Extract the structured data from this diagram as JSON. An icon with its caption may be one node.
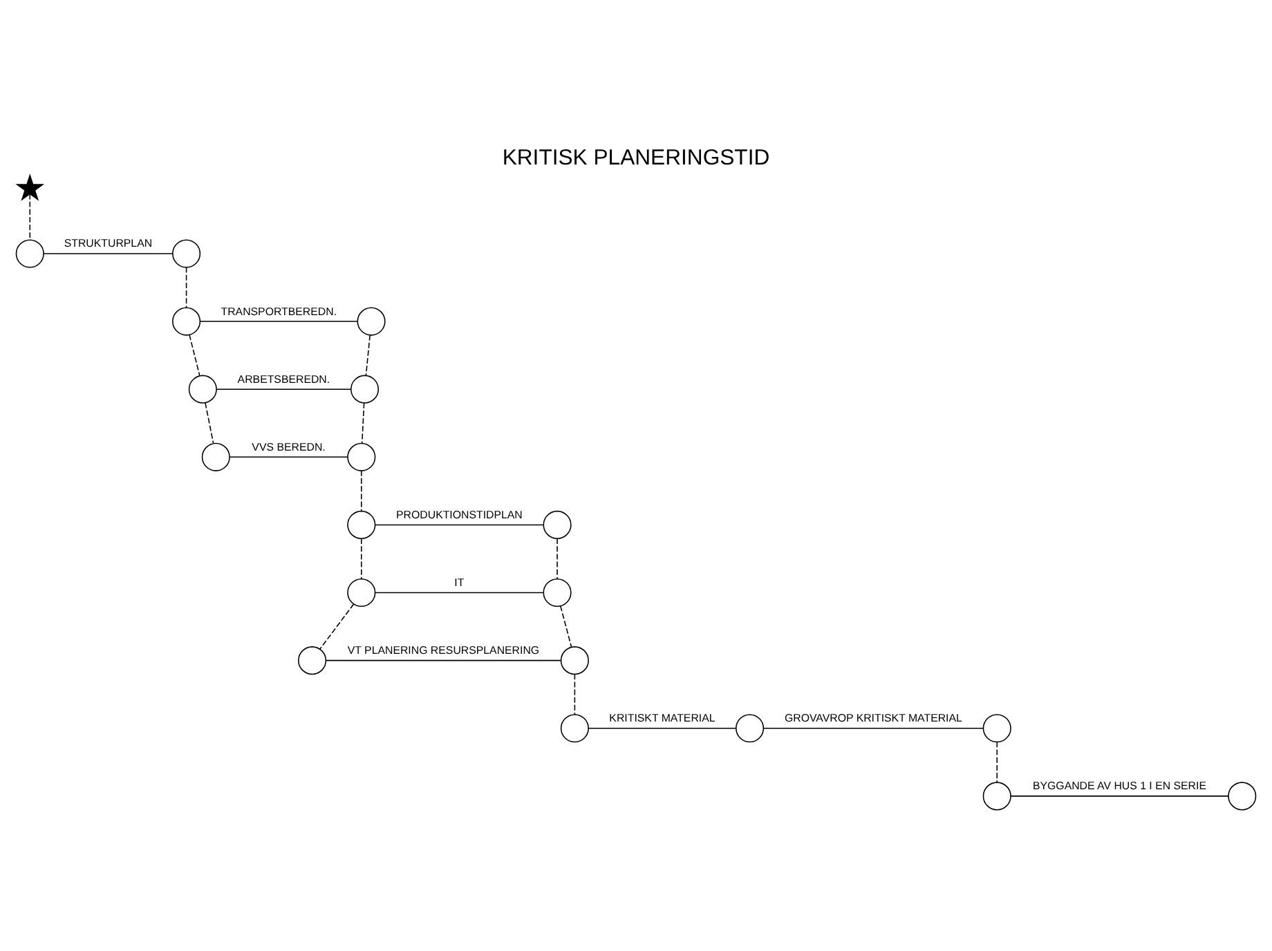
{
  "diagram": {
    "title": "KRITISK PLANERINGSTID",
    "nodes": [
      {
        "text": [],
        "shape": "star"
      },
      {
        "text": [],
        "shape": "circle"
      },
      {
        "text": [],
        "shape": "circle"
      },
      {
        "text": [],
        "shape": "circle"
      },
      {
        "text": [],
        "shape": "circle"
      },
      {
        "text": [],
        "shape": "circle"
      },
      {
        "text": [],
        "shape": "circle"
      },
      {
        "text": [],
        "shape": "circle"
      },
      {
        "text": [],
        "shape": "circle"
      },
      {
        "text": [],
        "shape": "circle"
      },
      {
        "text": [],
        "shape": "circle"
      },
      {
        "text": [],
        "shape": "circle"
      },
      {
        "text": [],
        "shape": "circle"
      },
      {
        "text": [],
        "shape": "circle"
      },
      {
        "text": [],
        "shape": "circle"
      },
      {
        "text": [],
        "shape": "circle"
      },
      {
        "text": [],
        "shape": "circle"
      },
      {
        "text": [],
        "shape": "circle"
      },
      {
        "text": [],
        "shape": "circle"
      },
      {
        "text": [],
        "shape": "circle"
      }
    ],
    "edges": [
      {
        "from": 0,
        "to": 1,
        "arrow": "none",
        "style": "dashed"
      },
      {
        "from": 1,
        "to": 2,
        "arrow": "none",
        "label": "STRUKTURPLAN"
      },
      {
        "from": 2,
        "to": 3,
        "arrow": "none",
        "style": "dashed"
      },
      {
        "from": 3,
        "to": 4,
        "arrow": "none",
        "label": "TRANSPORTBEREDN."
      },
      {
        "from": 3,
        "to": 5,
        "arrow": "none",
        "style": "dashed"
      },
      {
        "from": 4,
        "to": 6,
        "arrow": "none",
        "style": "dashed"
      },
      {
        "from": 5,
        "to": 6,
        "arrow": "none",
        "label": "ARBETSBEREDN."
      },
      {
        "from": 5,
        "to": 7,
        "arrow": "none",
        "style": "dashed"
      },
      {
        "from": 6,
        "to": 8,
        "arrow": "none",
        "style": "dashed"
      },
      {
        "from": 7,
        "to": 8,
        "arrow": "none",
        "label": "VVS BEREDN."
      },
      {
        "from": 8,
        "to": 9,
        "arrow": "none",
        "style": "dashed"
      },
      {
        "from": 9,
        "to": 10,
        "arrow": "none",
        "label": "PRODUKTIONSTIDPLAN"
      },
      {
        "from": 9,
        "to": 11,
        "arrow": "none",
        "style": "dashed"
      },
      {
        "from": 10,
        "to": 12,
        "arrow": "none",
        "style": "dashed"
      },
      {
        "from": 11,
        "to": 12,
        "arrow": "none",
        "label": "IT"
      },
      {
        "from": 11,
        "to": 13,
        "arrow": "none",
        "style": "dashed"
      },
      {
        "from": 12,
        "to": 14,
        "arrow": "none",
        "style": "dashed"
      },
      {
        "from": 13,
        "to": 14,
        "arrow": "none",
        "label": "VT PLANERING RESURSPLANERING"
      },
      {
        "from": 14,
        "to": 15,
        "arrow": "none",
        "style": "dashed"
      },
      {
        "from": 15,
        "to": 16,
        "arrow": "none",
        "label": "KRITISKT MATERIAL"
      },
      {
        "from": 16,
        "to": 17,
        "arrow": "none",
        "label": "GROVAVROP KRITISKT MATERIAL"
      },
      {
        "from": 17,
        "to": 18,
        "arrow": "none",
        "style": "dashed"
      },
      {
        "from": 18,
        "to": 19,
        "arrow": "none",
        "label": "BYGGANDE AV HUS 1 I EN SERIE"
      }
    ]
  }
}
